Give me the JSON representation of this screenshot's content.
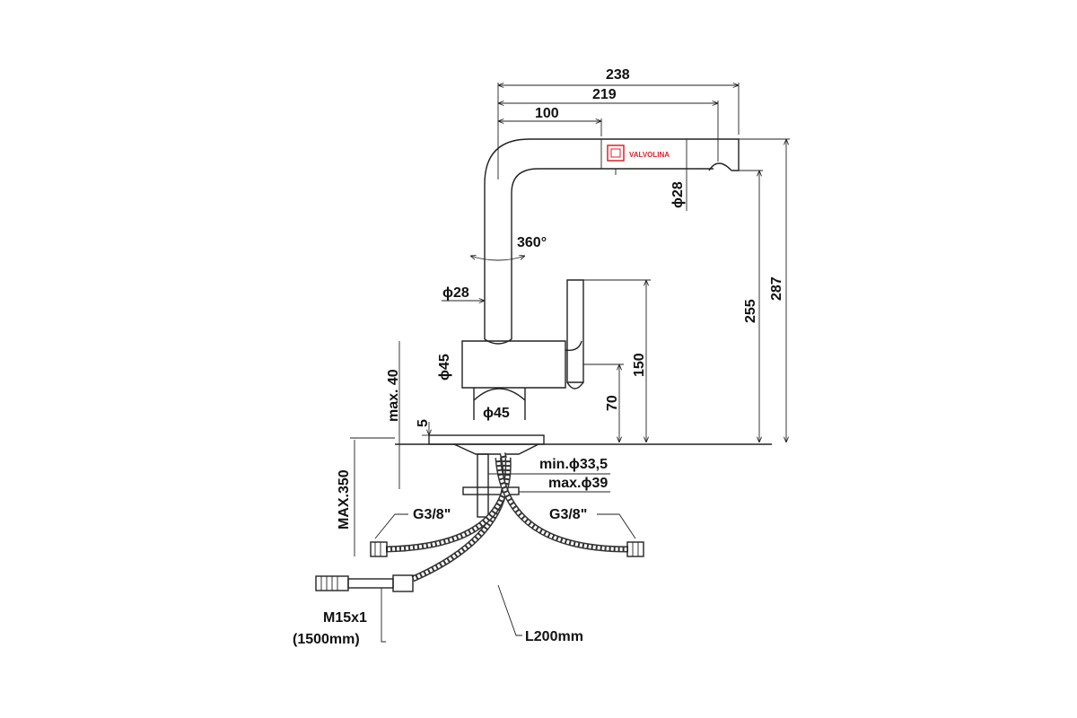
{
  "brand": {
    "name": "VALVOLINA",
    "color": "#e0202a"
  },
  "dimensions": {
    "total_reach": "238",
    "spout_reach": "219",
    "arc_reach": "100",
    "head_diameter": "ϕ28",
    "rotation": "360°",
    "spout_diameter": "ϕ28",
    "body_diameter": "ϕ45",
    "base_diameter": "ϕ45",
    "max_deck": "max. 40",
    "base_height": "5",
    "max_under": "MAX.350",
    "hole_min": "min.ϕ33,5",
    "hole_max": "max.ϕ39",
    "conn_left": "G3/8\"",
    "conn_right": "G3/8\"",
    "shower_thread": "M15x1",
    "shower_length": "(1500mm)",
    "hose_length": "L200mm",
    "height_150": "150",
    "height_70": "70",
    "height_255": "255",
    "height_287": "287"
  }
}
